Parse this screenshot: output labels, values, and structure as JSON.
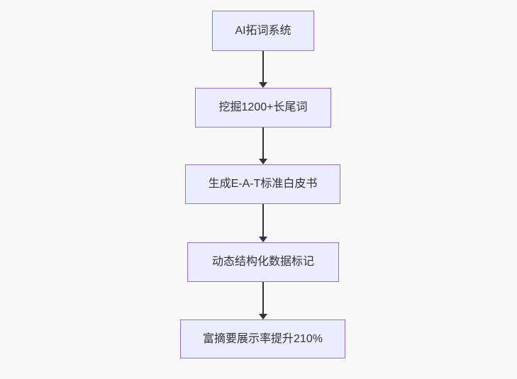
{
  "diagram": {
    "type": "flowchart",
    "direction": "top-down",
    "colors": {
      "background": "#f8f8f8",
      "node_fill": "#ececff",
      "node_border": "#9370db",
      "text": "#333333",
      "arrow": "#333333"
    },
    "nodes": [
      {
        "label": "AI拓词系统"
      },
      {
        "label": "挖掘1200+长尾词"
      },
      {
        "label": "生成E-A-T标准白皮书"
      },
      {
        "label": "动态结构化数据标记"
      },
      {
        "label": "富摘要展示率提升210%"
      }
    ],
    "edges": [
      {
        "from": 0,
        "to": 1
      },
      {
        "from": 1,
        "to": 2
      },
      {
        "from": 2,
        "to": 3
      },
      {
        "from": 3,
        "to": 4
      }
    ]
  }
}
